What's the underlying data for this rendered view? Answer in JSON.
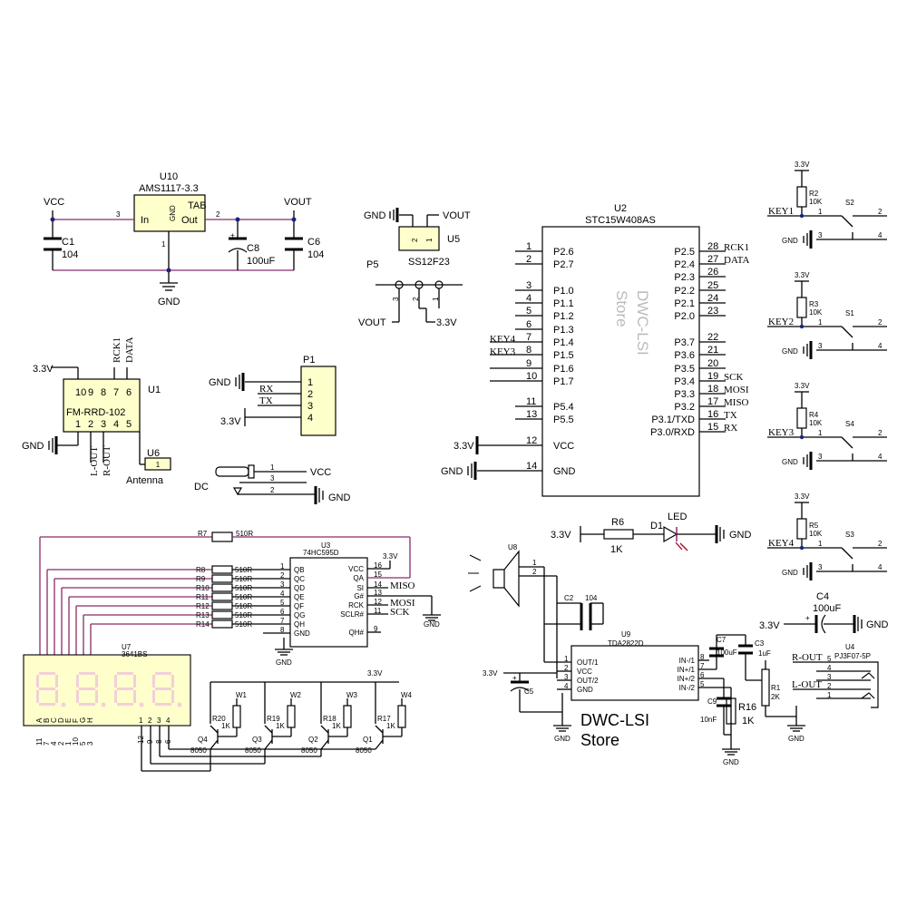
{
  "u10": {
    "ref": "U10",
    "part": "AMS1117-3.3",
    "in": "In",
    "gnd": "GND",
    "tab": "TAB",
    "out": "Out",
    "p3": "3",
    "p2": "2",
    "p1": "1",
    "vcc": "VCC",
    "vout": "VOUT",
    "gnd_label": "GND",
    "c1": "C1",
    "c1v": "104",
    "c8": "C8",
    "c8v": "100uF",
    "c6": "C6",
    "c6v": "104"
  },
  "u5": {
    "ref": "U5",
    "part": "SS12F23",
    "gnd": "GND",
    "vout_top": "VOUT",
    "p2": "2",
    "p1": "1",
    "p5": "P5",
    "p3": "3",
    "p2b": "2",
    "p1b": "1",
    "vout_bot": "VOUT",
    "v33": "3.3V"
  },
  "u1": {
    "ref": "U1",
    "part": "FM-RRD-102",
    "v33": "3.3V",
    "gnd": "GND",
    "rck1": "RCK1",
    "data": "DATA",
    "pins_top": [
      "10",
      "9",
      "8",
      "7",
      "6"
    ],
    "pins_bot": [
      "1",
      "2",
      "3",
      "4",
      "5"
    ],
    "lout": "L-OUT",
    "rout": "R-OUT",
    "u6": "U6",
    "u6p": "1",
    "antenna": "Antenna"
  },
  "p1": {
    "ref": "P1",
    "gnd": "GND",
    "rx": "RX",
    "tx": "TX",
    "v33": "3.3V",
    "pins": [
      "1",
      "2",
      "3",
      "4"
    ]
  },
  "dc": {
    "label": "DC",
    "vcc": "VCC",
    "gnd": "GND",
    "p1": "1",
    "p3": "3",
    "p2": "2"
  },
  "u2": {
    "ref": "U2",
    "part": "STC15W408AS",
    "lpins": [
      {
        "n": "1",
        "s": "P2.6"
      },
      {
        "n": "2",
        "s": "P2.7"
      },
      {
        "n": "3",
        "s": "P1.0"
      },
      {
        "n": "4",
        "s": "P1.1"
      },
      {
        "n": "5",
        "s": "P1.2"
      },
      {
        "n": "6",
        "s": "P1.3"
      },
      {
        "n": "7",
        "s": "P1.4"
      },
      {
        "n": "8",
        "s": "P1.5"
      },
      {
        "n": "9",
        "s": "P1.6"
      },
      {
        "n": "10",
        "s": "P1.7"
      },
      {
        "n": "11",
        "s": "P5.4"
      },
      {
        "n": "13",
        "s": "P5.5"
      },
      {
        "n": "12",
        "s": "VCC"
      },
      {
        "n": "14",
        "s": "GND"
      }
    ],
    "rpins": [
      {
        "n": "28",
        "s": "P2.5",
        "net": "RCK1"
      },
      {
        "n": "27",
        "s": "P2.4",
        "net": "DATA"
      },
      {
        "n": "26",
        "s": "P2.3",
        "net": ""
      },
      {
        "n": "25",
        "s": "P2.2",
        "net": ""
      },
      {
        "n": "24",
        "s": "P2.1",
        "net": ""
      },
      {
        "n": "23",
        "s": "P2.0",
        "net": ""
      },
      {
        "n": "22",
        "s": "P3.7",
        "net": ""
      },
      {
        "n": "21",
        "s": "P3.6",
        "net": ""
      },
      {
        "n": "20",
        "s": "P3.5",
        "net": ""
      },
      {
        "n": "19",
        "s": "P3.4",
        "net": "SCK"
      },
      {
        "n": "18",
        "s": "P3.3",
        "net": "MOSI"
      },
      {
        "n": "17",
        "s": "P3.2",
        "net": "MISO"
      },
      {
        "n": "16",
        "s": "P3.1/TXD",
        "net": "TX"
      },
      {
        "n": "15",
        "s": "P3.0/RXD",
        "net": "RX"
      }
    ],
    "key4": "KEY4",
    "key3": "KEY3",
    "v33": "3.3V",
    "gnd": "GND"
  },
  "watermark": {
    "line1": "DWC-LSI",
    "line2": "Store"
  },
  "keys": [
    {
      "r": "R2",
      "rv": "10K",
      "net": "KEY1",
      "sw": "S2",
      "v": "3.3V",
      "gnd": "GND",
      "p1": "1",
      "p2": "2",
      "p3": "3",
      "p4": "4"
    },
    {
      "r": "R3",
      "rv": "10K",
      "net": "KEY2",
      "sw": "S1",
      "v": "3.3V",
      "gnd": "GND",
      "p1": "1",
      "p2": "2",
      "p3": "3",
      "p4": "4"
    },
    {
      "r": "R4",
      "rv": "10K",
      "net": "KEY3",
      "sw": "S4",
      "v": "3.3V",
      "gnd": "GND",
      "p1": "1",
      "p2": "2",
      "p3": "3",
      "p4": "4"
    },
    {
      "r": "R5",
      "rv": "10K",
      "net": "KEY4",
      "sw": "S3",
      "v": "3.3V",
      "gnd": "GND",
      "p1": "1",
      "p2": "2",
      "p3": "3",
      "p4": "4"
    }
  ],
  "led": {
    "v33": "3.3V",
    "r": "R6",
    "rv": "1K",
    "d": "D1",
    "label": "LED",
    "gnd": "GND"
  },
  "u3": {
    "ref": "U3",
    "part": "74HC595D",
    "v33": "3.3V",
    "r7": "R7",
    "r7v": "510R",
    "res": [
      {
        "r": "R8",
        "v": "510R"
      },
      {
        "r": "R9",
        "v": "510R"
      },
      {
        "r": "R10",
        "v": "510R"
      },
      {
        "r": "R11",
        "v": "510R"
      },
      {
        "r": "R12",
        "v": "510R"
      },
      {
        "r": "R13",
        "v": "510R"
      },
      {
        "r": "R14",
        "v": "510R"
      }
    ],
    "lpins": [
      {
        "n": "15",
        "s": "QA"
      },
      {
        "n": "1",
        "s": "QB"
      },
      {
        "n": "2",
        "s": "QC"
      },
      {
        "n": "3",
        "s": "QD"
      },
      {
        "n": "4",
        "s": "QE"
      },
      {
        "n": "5",
        "s": "QF"
      },
      {
        "n": "6",
        "s": "QG"
      },
      {
        "n": "7",
        "s": "QH"
      },
      {
        "n": "8",
        "s": "GND"
      }
    ],
    "rpins": [
      {
        "n": "16",
        "s": "VCC"
      },
      {
        "n": "15",
        "s": "QA"
      },
      {
        "n": "14",
        "s": "SI"
      },
      {
        "n": "13",
        "s": "G#"
      },
      {
        "n": "12",
        "s": "RCK"
      },
      {
        "n": "11",
        "s": "SCLR#"
      },
      {
        "n": "9",
        "s": "QH#"
      }
    ],
    "miso": "MISO",
    "mosi": "MOSI",
    "sck": "SCK"
  },
  "u7": {
    "ref": "U7",
    "part": "3641BS",
    "seg_labels": [
      "A",
      "B",
      "C",
      "D",
      "E",
      "F",
      "G",
      "H"
    ],
    "seg_pins": [
      "11",
      "7",
      "4",
      "2",
      "1",
      "10",
      "5",
      "3"
    ],
    "dig_pins": [
      "12",
      "9",
      "8",
      "6"
    ],
    "dig_nums": [
      "1",
      "2",
      "3",
      "4"
    ]
  },
  "trans": [
    {
      "r": "R20",
      "rv": "1K",
      "q": "Q4",
      "qp": "8050",
      "w": "W1"
    },
    {
      "r": "R19",
      "rv": "1K",
      "q": "Q3",
      "qp": "8050",
      "w": "W2"
    },
    {
      "r": "R18",
      "rv": "1K",
      "q": "Q2",
      "qp": "8050",
      "w": "W3"
    },
    {
      "r": "R17",
      "rv": "1K",
      "q": "Q1",
      "qp": "8050",
      "w": "W4"
    }
  ],
  "trans_v33": "3.3V",
  "amp": {
    "u8": "U8",
    "p1": "1",
    "p2": "2",
    "c2": "C2",
    "c2v": "104",
    "u9": "U9",
    "part": "TDA2822D",
    "lpins": [
      {
        "n": "1",
        "s": "OUT/1"
      },
      {
        "n": "2",
        "s": "VCC"
      },
      {
        "n": "3",
        "s": "OUT/2"
      },
      {
        "n": "4",
        "s": "GND"
      }
    ],
    "rpins": [
      {
        "n": "8",
        "s": "IN-/1"
      },
      {
        "n": "7",
        "s": "IN+/1"
      },
      {
        "n": "6",
        "s": "IN+/2"
      },
      {
        "n": "5",
        "s": "IN-/2"
      }
    ],
    "v33": "3.3V",
    "c5": "C5",
    "c7": "C7",
    "c7v": "100uF",
    "c3": "C3",
    "c3v": "1uF",
    "c9": "C9",
    "c9v": "10nF",
    "r16": "R16",
    "r16v": "1K",
    "gnd": "GND",
    "c4": "C4",
    "c4v": "100uF",
    "c4_v": "3.3V",
    "c4_gnd": "GND",
    "r1": "R1",
    "r1v": "2K",
    "u4": "U4",
    "u4p": "PJ3F07-5P",
    "rout": "R-OUT",
    "lout": "L-OUT",
    "jpins": [
      "5",
      "4",
      "3",
      "2",
      "1"
    ]
  }
}
